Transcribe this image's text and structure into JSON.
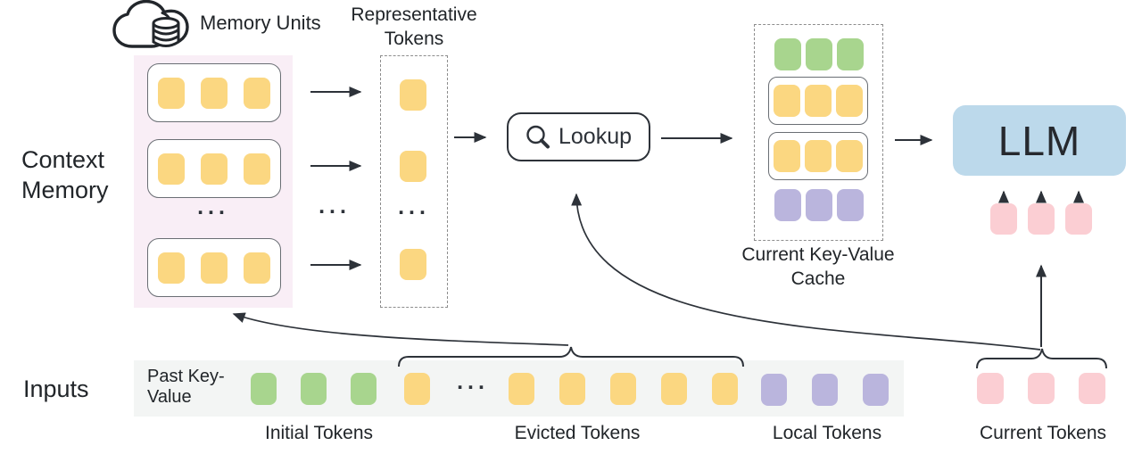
{
  "colors": {
    "yellow": "#FBD781",
    "green": "#A8D58E",
    "purple": "#BAB5DD",
    "pink": "#FBCED3",
    "llm_blue": "#BCD9EB",
    "memory_bg": "#F9EEF6",
    "strip_bg": "#F3F5F4",
    "line": "#2D3239"
  },
  "context_memory": {
    "label": "Context Memory",
    "units_label": "Memory Units",
    "ellipsis": "...",
    "units": [
      {
        "tokens": 3
      },
      {
        "tokens": 3
      },
      {
        "tokens": 3
      }
    ]
  },
  "representative": {
    "label": "Representative Tokens",
    "ellipsis": "...",
    "tokens": 3
  },
  "flow": {
    "lookup_label": "Lookup",
    "cache_label": "Current Key-Value Cache",
    "llm_label": "LLM"
  },
  "cache_rows": [
    {
      "color": "green",
      "tokens": 3,
      "boxed": false
    },
    {
      "color": "yellow",
      "tokens": 3,
      "boxed": true
    },
    {
      "color": "yellow",
      "tokens": 3,
      "boxed": true
    },
    {
      "color": "purple",
      "tokens": 3,
      "boxed": false
    }
  ],
  "llm_inputs": {
    "tokens": 3,
    "color": "pink"
  },
  "inputs": {
    "label": "Inputs",
    "past_kv_label": "Past Key-Value",
    "ellipsis": "...",
    "groups": [
      {
        "label": "Initial Tokens",
        "color": "green",
        "tokens": 3
      },
      {
        "label": "Evicted Tokens",
        "color": "yellow",
        "tokens": 6,
        "has_ellipsis": true
      },
      {
        "label": "Local Tokens",
        "color": "purple",
        "tokens": 3
      },
      {
        "label": "Current Tokens",
        "color": "pink",
        "tokens": 3
      }
    ]
  }
}
